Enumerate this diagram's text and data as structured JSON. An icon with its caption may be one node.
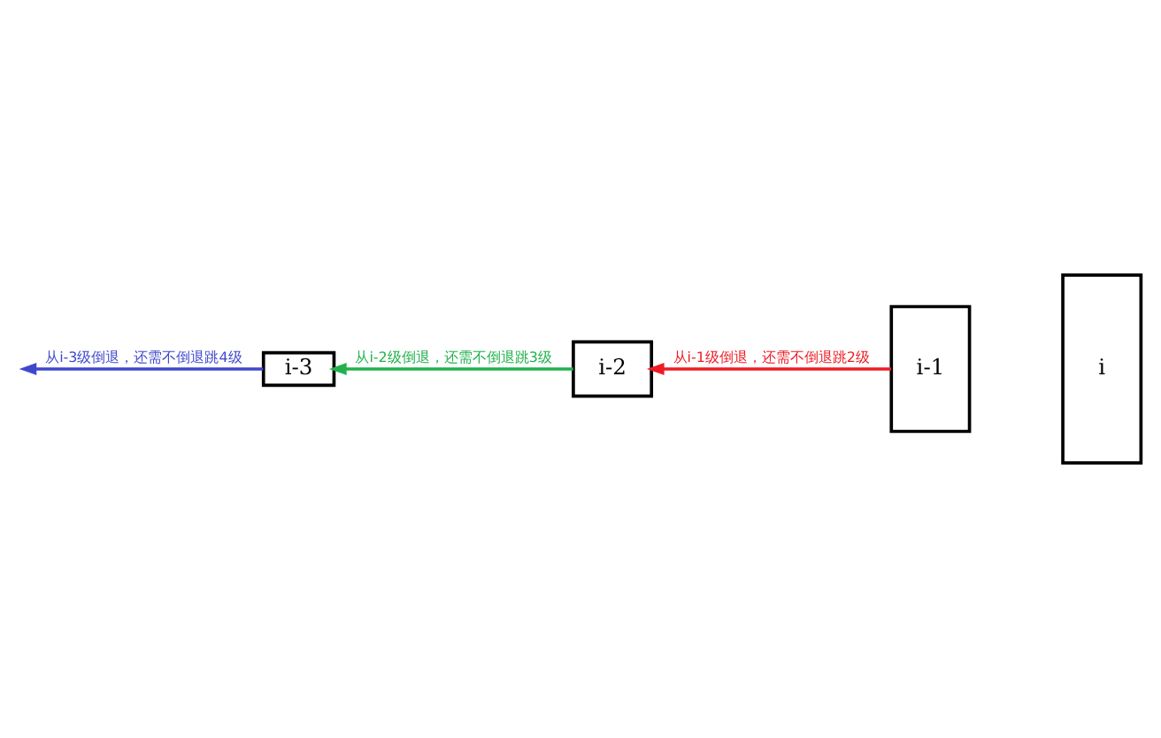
{
  "diagram": {
    "nodes": [
      {
        "text": [
          "i-3"
        ]
      },
      {
        "text": [
          "i-2"
        ]
      },
      {
        "text": [
          "i-1"
        ]
      },
      {
        "text": [
          "i"
        ]
      }
    ],
    "edges": [
      {
        "from": 2,
        "to": 1,
        "arrow": "to",
        "label": "从i-1级倒退，还需不倒退跳2级",
        "color": "#ed1c24"
      },
      {
        "from": 1,
        "to": 0,
        "arrow": "to",
        "label": "从i-2级倒退，还需不倒退跳3级",
        "color": "#22b14c"
      },
      {
        "from": 0,
        "to": null,
        "arrow": "to",
        "label": "从i-3级倒退，还需不倒退跳4级",
        "color": "#3f48cc"
      }
    ]
  }
}
